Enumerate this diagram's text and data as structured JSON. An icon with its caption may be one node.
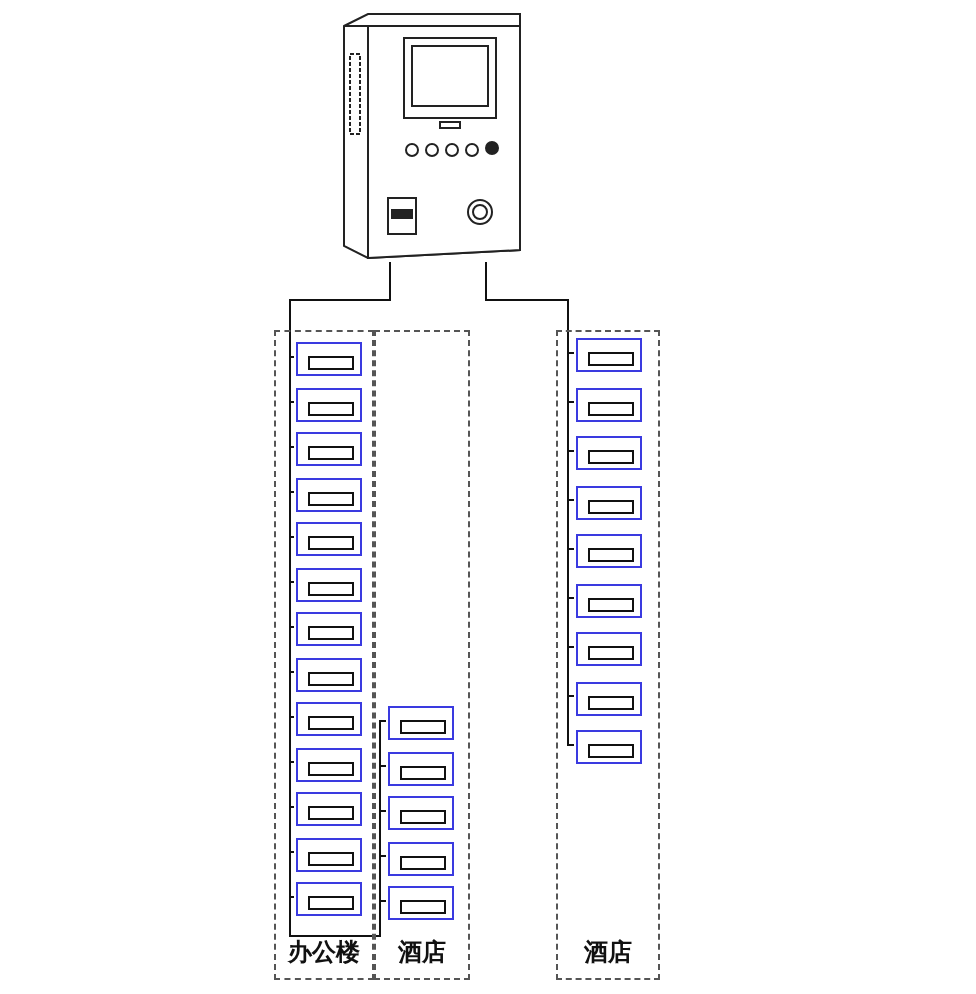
{
  "diagram": {
    "nodes": [
      {
        "text": [],
        "shape": "picture"
      },
      {
        "text": [
          "办公楼"
        ]
      },
      {
        "text": [
          "酒店"
        ]
      },
      {
        "text": [
          "酒店"
        ]
      },
      {
        "text": [],
        "shape": "box",
        "in": 1
      },
      {
        "text": [],
        "shape": "box",
        "in": 1
      },
      {
        "text": [],
        "shape": "box",
        "in": 1
      },
      {
        "text": [],
        "shape": "box",
        "in": 1
      },
      {
        "text": [],
        "shape": "box",
        "in": 1
      },
      {
        "text": [],
        "shape": "box",
        "in": 1
      },
      {
        "text": [],
        "shape": "box",
        "in": 1
      },
      {
        "text": [],
        "shape": "box",
        "in": 1
      },
      {
        "text": [],
        "shape": "box",
        "in": 1
      },
      {
        "text": [],
        "shape": "box",
        "in": 1
      },
      {
        "text": [],
        "shape": "box",
        "in": 1
      },
      {
        "text": [],
        "shape": "box",
        "in": 1
      },
      {
        "text": [],
        "shape": "box",
        "in": 1
      },
      {
        "text": [],
        "shape": "box",
        "in": 2
      },
      {
        "text": [],
        "shape": "box",
        "in": 2
      },
      {
        "text": [],
        "shape": "box",
        "in": 2
      },
      {
        "text": [],
        "shape": "box",
        "in": 2
      },
      {
        "text": [],
        "shape": "box",
        "in": 2
      },
      {
        "text": [],
        "shape": "box",
        "in": 3
      },
      {
        "text": [],
        "shape": "box",
        "in": 3
      },
      {
        "text": [],
        "shape": "box",
        "in": 3
      },
      {
        "text": [],
        "shape": "box",
        "in": 3
      },
      {
        "text": [],
        "shape": "box",
        "in": 3
      },
      {
        "text": [],
        "shape": "box",
        "in": 3
      },
      {
        "text": [],
        "shape": "box",
        "in": 3
      },
      {
        "text": [],
        "shape": "box",
        "in": 3
      },
      {
        "text": [],
        "shape": "box",
        "in": 3
      }
    ],
    "edges": [
      {
        "from": 0,
        "to": 4,
        "arrow": "none"
      },
      {
        "from": 0,
        "to": 5,
        "arrow": "none"
      },
      {
        "from": 0,
        "to": 6,
        "arrow": "none"
      },
      {
        "from": 0,
        "to": 7,
        "arrow": "none"
      },
      {
        "from": 0,
        "to": 8,
        "arrow": "none"
      },
      {
        "from": 0,
        "to": 9,
        "arrow": "none"
      },
      {
        "from": 0,
        "to": 10,
        "arrow": "none"
      },
      {
        "from": 0,
        "to": 11,
        "arrow": "none"
      },
      {
        "from": 0,
        "to": 12,
        "arrow": "none"
      },
      {
        "from": 0,
        "to": 13,
        "arrow": "none"
      },
      {
        "from": 0,
        "to": 14,
        "arrow": "none"
      },
      {
        "from": 0,
        "to": 15,
        "arrow": "none"
      },
      {
        "from": 0,
        "to": 16,
        "arrow": "none"
      },
      {
        "from": 0,
        "to": 17,
        "arrow": "none"
      },
      {
        "from": 0,
        "to": 18,
        "arrow": "none"
      },
      {
        "from": 0,
        "to": 19,
        "arrow": "none"
      },
      {
        "from": 0,
        "to": 20,
        "arrow": "none"
      },
      {
        "from": 0,
        "to": 21,
        "arrow": "none"
      },
      {
        "from": 0,
        "to": 22,
        "arrow": "none"
      },
      {
        "from": 0,
        "to": 23,
        "arrow": "none"
      },
      {
        "from": 0,
        "to": 24,
        "arrow": "none"
      },
      {
        "from": 0,
        "to": 25,
        "arrow": "none"
      },
      {
        "from": 0,
        "to": 26,
        "arrow": "none"
      },
      {
        "from": 0,
        "to": 27,
        "arrow": "none"
      },
      {
        "from": 0,
        "to": 28,
        "arrow": "none"
      },
      {
        "from": 0,
        "to": 29,
        "arrow": "none"
      },
      {
        "from": 0,
        "to": 30,
        "arrow": "none"
      }
    ]
  }
}
